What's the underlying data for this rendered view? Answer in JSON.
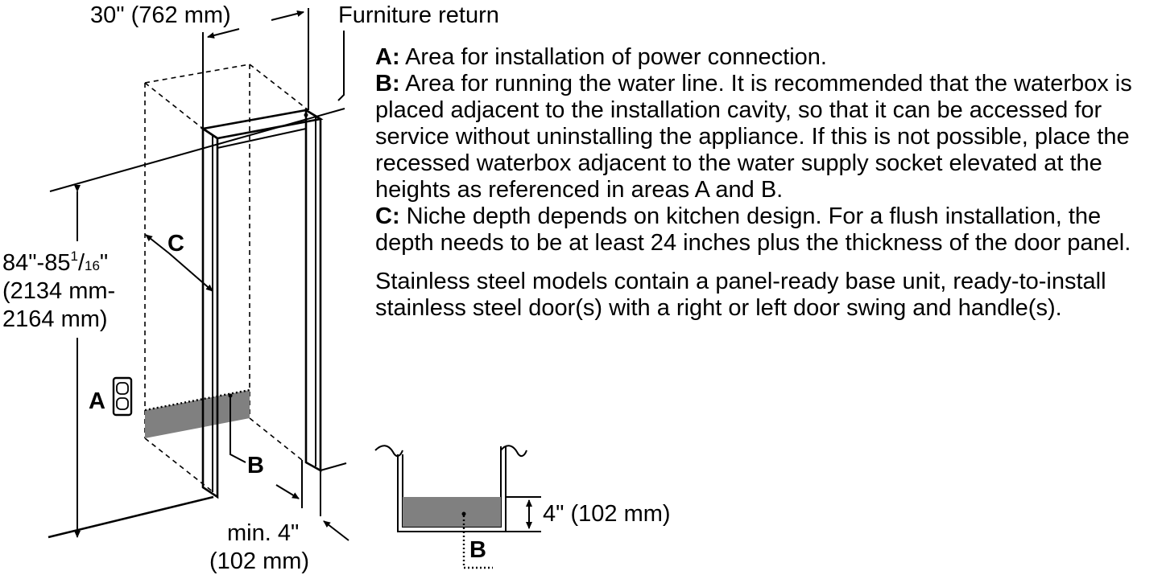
{
  "dims": {
    "width": "30\" (762 mm)",
    "furniture_return": "Furniture return",
    "height_line1_a": "84\"-85",
    "height_line1_sup": "1",
    "height_line1_b": "/",
    "height_line1_sub": "16",
    "height_line1_c": "\"",
    "height_line2": "(2134 mm-",
    "height_line3": "2164 mm)",
    "min_line1": "min. 4\"",
    "min_line2": "(102 mm)",
    "detail": "4\" (102 mm)"
  },
  "markers": {
    "a": "A",
    "b": "B",
    "c": "C"
  },
  "notes": {
    "a_key": "A:",
    "a_text": " Area for installation of power connection.",
    "b_key": "B:",
    "b_text": " Area for running the water line. It is recommended that the waterbox is placed adjacent to the installation cavity, so that it can be accessed for service without uninstalling the appliance. If this is not possible, place the recessed waterbox adjacent to the water supply socket elevated at the heights as referenced in areas A and B.",
    "c_key": "C:",
    "c_text": " Niche depth depends on kitchen design. For a flush installation, the depth needs to be at least 24 inches plus the thickness of the door panel.",
    "stainless": "Stainless steel models contain a panel-ready base unit, ready-to-install stainless steel door(s) with a right or left door swing and handle(s)."
  },
  "colors": {
    "water_area": "#808080",
    "line": "#000000"
  }
}
